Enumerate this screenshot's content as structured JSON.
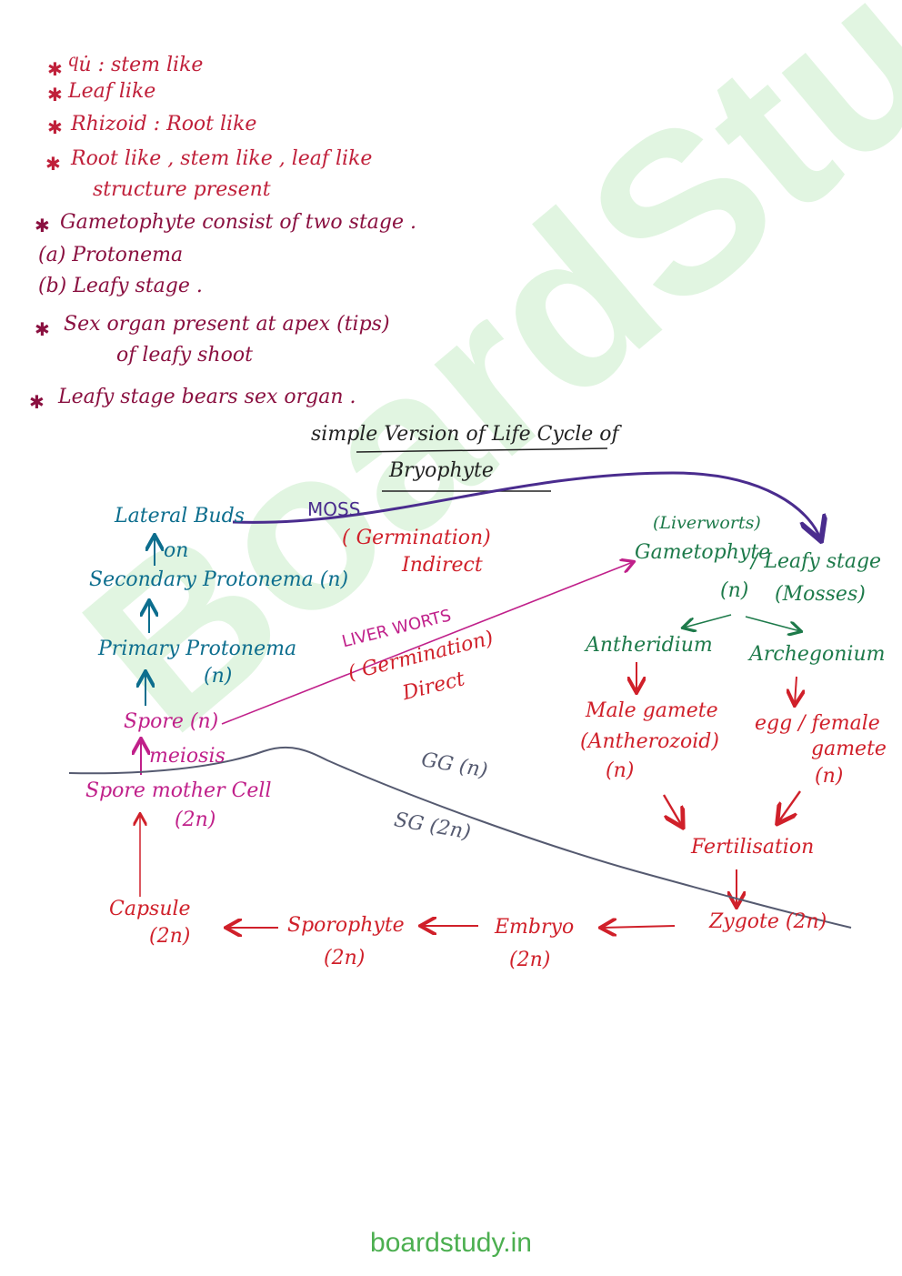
{
  "watermark": "BoardStudy",
  "notes": [
    "ϥu̇ : stem like",
    "Leaf like",
    "Rhizoid : Root like",
    "Root like , stem like , leaf like",
    "structure present",
    "Gametophyte consist of two stage .",
    "(a) Protonema",
    "(b) Leafy stage .",
    "Sex organ present at apex (tips)",
    "of leafy shoot",
    "Leafy stage bears sex organ ."
  ],
  "title": [
    "simple Version of Life Cycle of",
    "Bryophyte"
  ],
  "diagram": {
    "lateral_buds": "Lateral Buds",
    "on": "on",
    "secondary_protonema": "Secondary Protonema (n)",
    "primary_protonema": "Primary Protonema",
    "primary_protonema_ploidy": "(n)",
    "spore": "Spore (n)",
    "meiosis": "meiosis",
    "spore_mother_cell": "Spore mother Cell",
    "spore_mother_cell_ploidy": "(2n)",
    "capsule": "Capsule",
    "capsule_ploidy": "(2n)",
    "sporophyte": "Sporophyte",
    "sporophyte_ploidy": "(2n)",
    "embryo": "Embryo",
    "embryo_ploidy": "(2n)",
    "zygote": "Zygote (2n)",
    "fertilisation": "Fertilisation",
    "moss": "MOSS",
    "moss_germination": "( Germination)",
    "moss_indirect": "Indirect",
    "liverworts": "LIVER WORTS",
    "liverworts_germination": "( Germination)",
    "liverworts_direct": "Direct",
    "liverworts_tag": "(Liverworts)",
    "gametophyte": "Gametophyte",
    "gametophyte_ploidy": "(n)",
    "leafy_stage": "/ Leafy stage",
    "mosses_tag": "(Mosses)",
    "antheridium": "Antheridium",
    "archegonium": "Archegonium",
    "male_gamete": "Male gamete",
    "antherozoid": "(Antherozoid)",
    "male_gamete_ploidy": "(n)",
    "egg": "egg / female",
    "gamete": "gamete",
    "egg_ploidy": "(n)",
    "gg": "GG (n)",
    "sg": "SG (2n)"
  },
  "footer": "boardstudy.in"
}
